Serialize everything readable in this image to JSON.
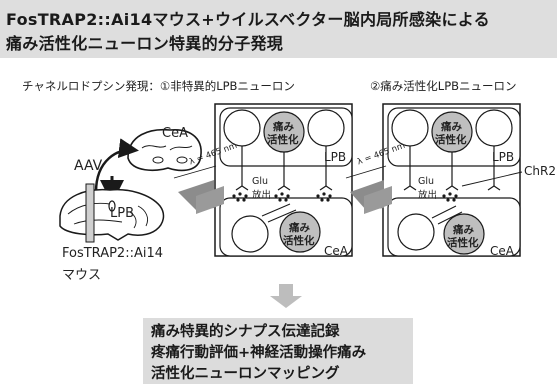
{
  "title": {
    "line1": "FosTRAP2::Ai14マウス+ウイルスベクター脳内局所感染による",
    "line2": "痛み活性化ニューロン特異的分子発現"
  },
  "caption": {
    "left": "チャネルロドプシン発現：①非特異的LPBニューロン",
    "right": "②痛み活性化LPBニューロン"
  },
  "mouse_figure": {
    "aav": "AAV",
    "cea": "CeA",
    "lpb": "LPB",
    "strain": "FosTRAP2::Ai14",
    "species": "マウス"
  },
  "panels": {
    "light": "λ = 465 nm",
    "glu_line1": "Glu",
    "glu_line2": "放出",
    "lpb": "LPB",
    "cea": "CeA",
    "pain_cell_line1": "痛み",
    "pain_cell_line2": "活性化",
    "chr2": "ChR2"
  },
  "result": {
    "line1": "痛み特異的シナプス伝達記録",
    "line2": "疼痛行動評価+神経活動操作痛み",
    "line3": "活性化ニューロンマッピング"
  },
  "colors": {
    "title_bg": "#dedede",
    "result_bg": "#dcdcdc",
    "arrow": "#bdbdbd",
    "cell_fill": "#bfbfbf",
    "line": "#1a1a1a"
  }
}
